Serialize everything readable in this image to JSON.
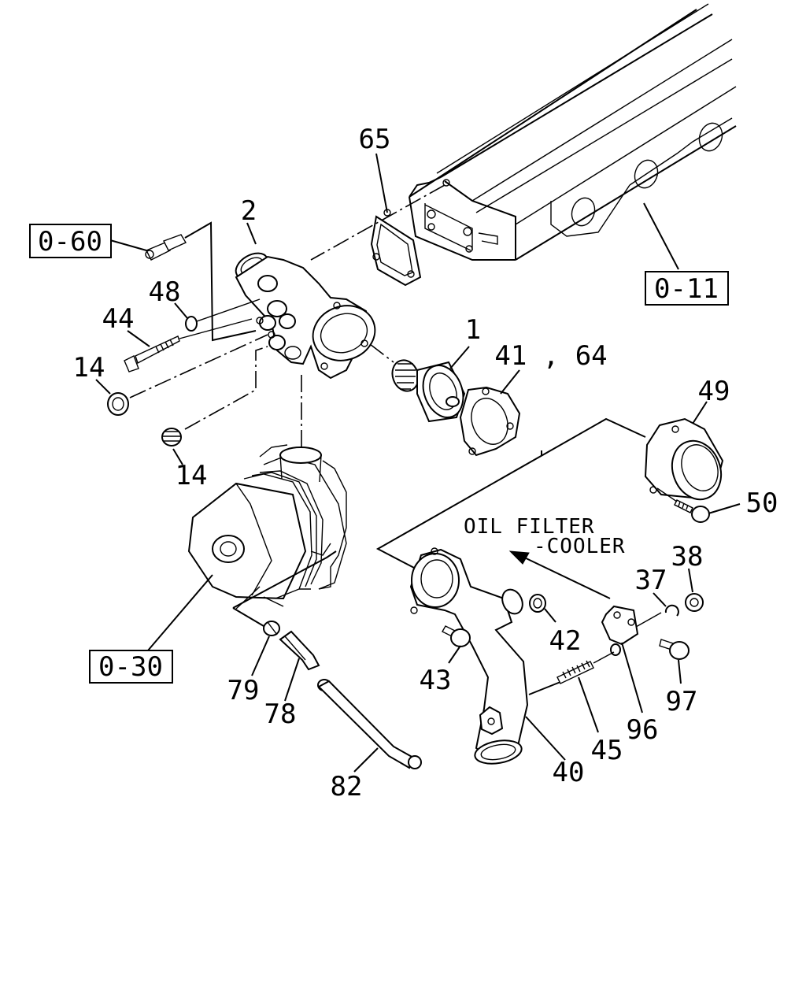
{
  "diagram": {
    "callouts": {
      "p1": "1",
      "p2": "2",
      "p14a": "14",
      "p14b": "14",
      "p37": "37",
      "p38": "38",
      "p40": "40",
      "p41_64": "41 , 64",
      "p42": "42",
      "p43": "43",
      "p44": "44",
      "p45": "45",
      "p48": "48",
      "p49": "49",
      "p50": "50",
      "p65": "65",
      "p78": "78",
      "p79": "79",
      "p82": "82",
      "p96": "96",
      "p97": "97"
    },
    "refs": {
      "r060": "0-60",
      "r011": "0-11",
      "r030": "0-30"
    },
    "note": {
      "line1": "OIL FILTER",
      "line2": "-COOLER"
    }
  }
}
